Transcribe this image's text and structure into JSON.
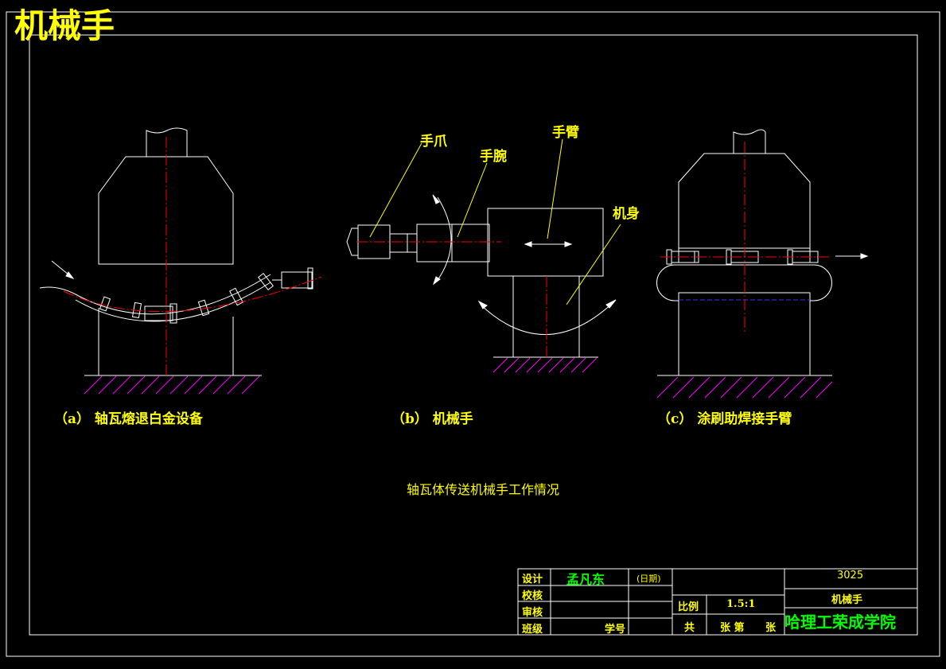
{
  "title": "机械手",
  "labels": {
    "gripper": "手爪",
    "wrist": "手腕",
    "arm": "手臂",
    "body": "机身"
  },
  "captions": {
    "a": "（a）  轴瓦熔退白金设备",
    "b": "（b）  机械手",
    "c": "（c）  涂刷助焊接手臂"
  },
  "subtitle": "轴瓦体传送机械手工作情况",
  "title_block": {
    "design_label": "设计",
    "designer": "孟凡东",
    "date_label": "(日期)",
    "check_label": "校核",
    "review_label": "审核",
    "class_label": "班级",
    "student_no_label": "学号",
    "scale_label": "比例",
    "scale_value": "1.5:1",
    "total_label": "共",
    "sheet_label": "张 第",
    "sheet_suffix": "张",
    "drawing_no": "3025",
    "drawing_name": "机械手",
    "school": "哈理工荣成学院"
  },
  "colors": {
    "line": "#ffffff",
    "centerline": "#ff0000",
    "hatch": "#ff00ff",
    "text_yellow": "#ffff00",
    "text_green": "#00ff00",
    "hidden_line": "#0000ff"
  }
}
